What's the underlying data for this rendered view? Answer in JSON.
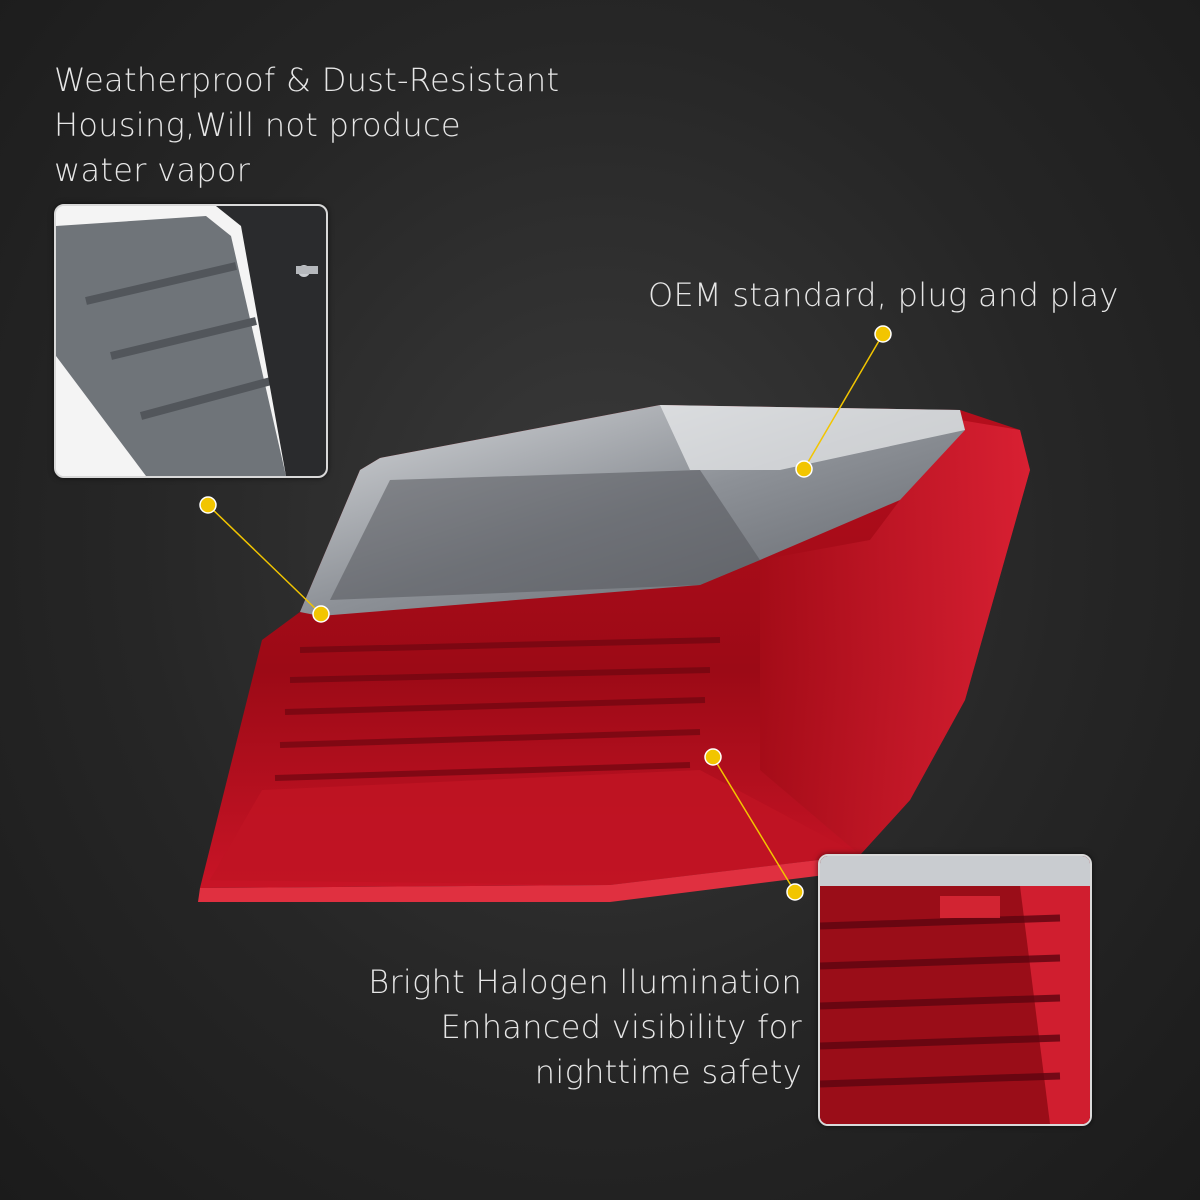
{
  "captions": {
    "housing": [
      "Weatherproof & Dust-Resistant",
      "Housing,Will not produce",
      "water vapor"
    ],
    "oem": [
      "OEM standard, plug and play"
    ],
    "bright": [
      "Bright Halogen llumination",
      "Enhanced visibility for",
      "nighttime safety"
    ]
  },
  "colors": {
    "background": "#262626",
    "caption_text": "#e6e6e6",
    "callout": "#f2c500",
    "lens_red": "#c4101f",
    "lens_clear": "#b9bcc0"
  }
}
